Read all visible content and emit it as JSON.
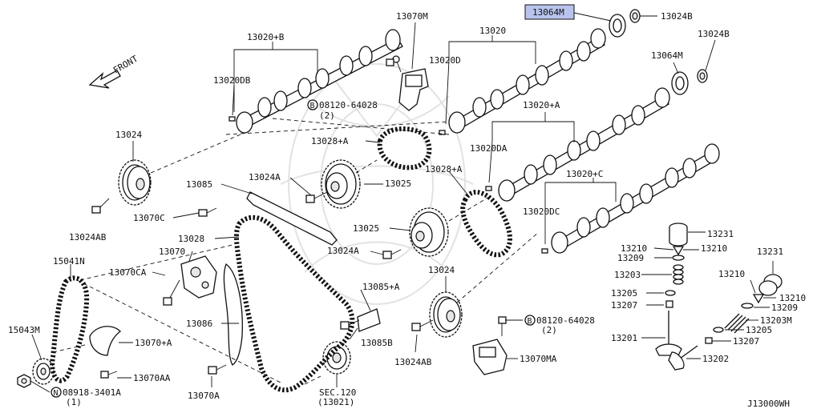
{
  "diagram": {
    "code": "J13000WH",
    "front_label": "FRONT",
    "highlight_color": "#b9c3ee",
    "labels": {
      "p13064M_top": "13064M",
      "p13024B_top": "13024B",
      "p13070M": "13070M",
      "p13020": "13020",
      "p13020B": "13020+B",
      "p13024B_right": "13024B",
      "p13020D": "13020D",
      "p13064M_right": "13064M",
      "p13020DB": "13020DB",
      "bolt_08120_top": "08120-64028",
      "bolt_08120_top_qty": "(2)",
      "p13020A": "13020+A",
      "p13028A_top": "13028+A",
      "p13024": "13024",
      "p13020DA": "13020DA",
      "p13024A_top": "13024A",
      "p13025_top": "13025",
      "p13028A_mid": "13028+A",
      "p13020C": "13020+C",
      "p13085": "13085",
      "p13070C": "13070C",
      "p13020DC": "13020DC",
      "p13231_right": "13231",
      "p13024AB_left": "13024AB",
      "p13025_mid": "13025",
      "p13028": "13028",
      "p13210_a": "13210",
      "p13210_b": "13210",
      "p13070": "13070",
      "p13024A_mid": "13024A",
      "p13209_a": "13209",
      "p13231_far": "13231",
      "p15041N": "15041N",
      "p13024_mid": "13024",
      "p13203": "13203",
      "p13210_c": "13210",
      "p13070CA": "13070CA",
      "p13210_d": "13210",
      "p13085A": "13085+A",
      "p13205_a": "13205",
      "p13209_b": "13209",
      "p13207_a": "13207",
      "p13203M": "13203M",
      "bolt_08120_bot": "08120-64028",
      "bolt_08120_bot_qty": "(2)",
      "p13205_b": "13205",
      "p13086": "13086",
      "p15043M": "15043M",
      "p13070A_plus": "13070+A",
      "p13085B": "13085B",
      "p13201": "13201",
      "p13207_b": "13207",
      "p13024AB_mid": "13024AB",
      "p13070MA": "13070MA",
      "p13202": "13202",
      "p13070AA": "13070AA",
      "nut_08918": "08918-3401A",
      "nut_08918_qty": "(1)",
      "p13070A": "13070A",
      "sec120": "SEC.120",
      "sec120_sub": "(13021)"
    }
  }
}
